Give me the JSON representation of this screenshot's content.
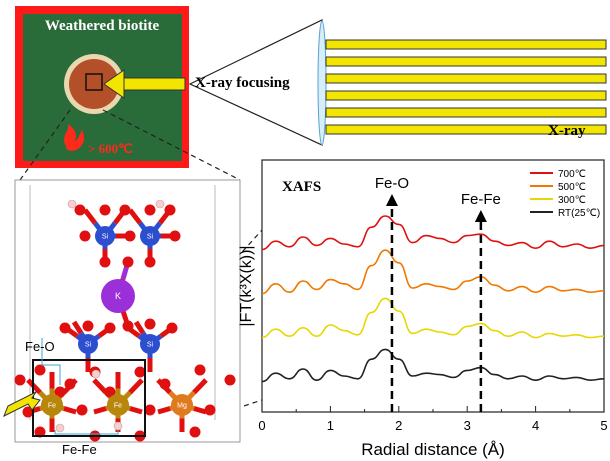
{
  "sample": {
    "title": "Weathered biotite",
    "temperature": "> 600℃",
    "flame_icon": "flame-icon"
  },
  "beam": {
    "focusing_label": "X-ray focusing",
    "source_label": "X-ray"
  },
  "structure": {
    "atom_labels": {
      "si": "Si",
      "k": "K",
      "fe": "Fe",
      "mg": "Mg"
    },
    "bond_labels": {
      "fe_o": "Fe-O",
      "fe_fe": "Fe-Fe"
    }
  },
  "colors": {
    "sample_frame": "#ff1a1a",
    "sample_bg": "#2a6b3a",
    "beam_yellow": "#f2e600",
    "si_atom": "#2d4fcf",
    "k_atom": "#9b30d9",
    "fe_atom": "#b8860b",
    "mg_atom": "#e07a1f",
    "o_atom": "#e01010",
    "h_atom": "#f4d0d0"
  },
  "chart_data": {
    "type": "line",
    "title": "XAFS",
    "xlabel": "Radial distance (Å)",
    "ylabel": "|FT(k³X(k))|",
    "xlim": [
      0,
      5
    ],
    "x_ticks": [
      "0",
      "1",
      "2",
      "3",
      "4",
      "5"
    ],
    "grid": false,
    "legend_position": "top-right",
    "annotations": [
      {
        "label": "Fe-O",
        "x": 1.9
      },
      {
        "label": "Fe-Fe",
        "x": 3.2
      }
    ],
    "series": [
      {
        "name": "700℃",
        "color": "#e01010",
        "offset": 3,
        "x": [
          0,
          0.2,
          0.4,
          0.6,
          0.8,
          1.0,
          1.2,
          1.4,
          1.6,
          1.8,
          2.0,
          2.2,
          2.4,
          2.6,
          2.8,
          3.0,
          3.2,
          3.4,
          3.6,
          3.8,
          4.0,
          4.2,
          4.4,
          4.6,
          4.8,
          5.0
        ],
        "y": [
          0.05,
          0.35,
          0.15,
          0.5,
          0.2,
          0.45,
          0.25,
          0.15,
          0.85,
          1.25,
          0.95,
          0.3,
          0.55,
          0.45,
          0.3,
          0.55,
          0.6,
          0.35,
          0.2,
          0.3,
          0.1,
          0.35,
          0.15,
          0.25,
          0.1,
          0.2
        ]
      },
      {
        "name": "500℃",
        "color": "#f07800",
        "offset": 2,
        "x": [
          0,
          0.2,
          0.4,
          0.6,
          0.8,
          1.0,
          1.2,
          1.4,
          1.6,
          1.8,
          2.0,
          2.2,
          2.4,
          2.6,
          2.8,
          3.0,
          3.2,
          3.4,
          3.6,
          3.8,
          4.0,
          4.2,
          4.4,
          4.6,
          4.8,
          5.0
        ],
        "y": [
          0.05,
          0.4,
          0.1,
          0.5,
          0.2,
          0.55,
          0.4,
          0.2,
          1.05,
          1.6,
          1.15,
          0.25,
          0.4,
          0.3,
          0.2,
          0.5,
          0.65,
          0.35,
          0.15,
          0.3,
          0.1,
          0.3,
          0.15,
          0.2,
          0.1,
          0.15
        ]
      },
      {
        "name": "300℃",
        "color": "#e6d800",
        "offset": 1,
        "x": [
          0,
          0.2,
          0.4,
          0.6,
          0.8,
          1.0,
          1.2,
          1.4,
          1.6,
          1.8,
          2.0,
          2.2,
          2.4,
          2.6,
          2.8,
          3.0,
          3.2,
          3.4,
          3.6,
          3.8,
          4.0,
          4.2,
          4.4,
          4.6,
          4.8,
          5.0
        ],
        "y": [
          0.05,
          0.35,
          0.1,
          0.4,
          0.1,
          0.5,
          0.3,
          0.15,
          0.95,
          1.45,
          1.0,
          0.2,
          0.35,
          0.25,
          0.15,
          0.45,
          0.55,
          0.3,
          0.1,
          0.25,
          0.05,
          0.2,
          0.1,
          0.15,
          0.05,
          0.1
        ]
      },
      {
        "name": "RT(25℃)",
        "color": "#222222",
        "offset": 0,
        "x": [
          0,
          0.2,
          0.4,
          0.6,
          0.8,
          1.0,
          1.2,
          1.4,
          1.6,
          1.8,
          2.0,
          2.2,
          2.4,
          2.6,
          2.8,
          3.0,
          3.2,
          3.4,
          3.6,
          3.8,
          4.0,
          4.2,
          4.4,
          4.6,
          4.8,
          5.0
        ],
        "y": [
          0.05,
          0.35,
          0.15,
          0.5,
          0.1,
          0.45,
          0.25,
          0.15,
          0.85,
          1.2,
          0.85,
          0.25,
          0.35,
          0.3,
          0.2,
          0.45,
          0.55,
          0.3,
          0.15,
          0.25,
          0.1,
          0.25,
          0.15,
          0.2,
          0.1,
          0.15
        ]
      }
    ]
  }
}
